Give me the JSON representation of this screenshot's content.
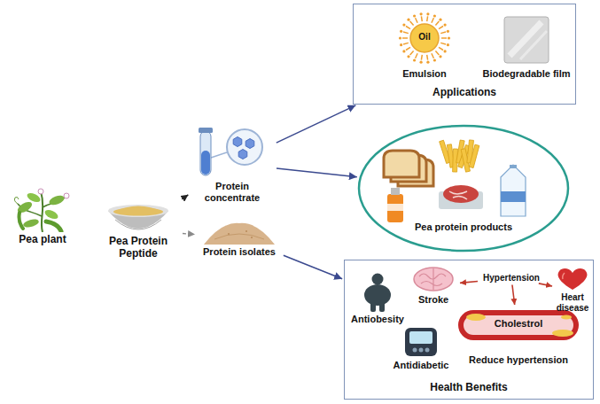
{
  "diagram": {
    "nodes": [
      {
        "text": [
          "Pea plant"
        ]
      },
      {
        "text": [
          "Pea Protein Peptide"
        ]
      },
      {
        "text": [
          "Protein concentrate"
        ]
      },
      {
        "text": [
          "Protein isolates"
        ]
      },
      {
        "text": [
          "Applications"
        ]
      },
      {
        "text": [
          "Oil",
          "Emulsion"
        ],
        "in": 4
      },
      {
        "text": [
          "Biodegradable film"
        ],
        "in": 4
      },
      {
        "text": [
          "Pea protein products"
        ]
      },
      {
        "text": [
          "Health Benefits"
        ]
      },
      {
        "text": [
          "Antiobesity"
        ],
        "in": 8
      },
      {
        "text": [
          "Stroke"
        ],
        "in": 8
      },
      {
        "text": [
          "Hypertension"
        ],
        "in": 8
      },
      {
        "text": [
          "Heart disease"
        ],
        "in": 8
      },
      {
        "text": [
          "Cholestrol",
          "Reduce hypertension"
        ],
        "in": 8
      },
      {
        "text": [
          "Antidiabetic"
        ],
        "in": 8
      }
    ],
    "edges": [
      {
        "from": 1,
        "to": 2,
        "arrow": "to"
      },
      {
        "from": 1,
        "to": 3,
        "arrow": "to"
      },
      {
        "from": 2,
        "to": 4,
        "arrow": "to"
      },
      {
        "from": 2,
        "to": 7,
        "arrow": "to"
      },
      {
        "from": 3,
        "to": 8,
        "arrow": "to"
      },
      {
        "from": 11,
        "to": 10,
        "arrow": "to"
      },
      {
        "from": 11,
        "to": 12,
        "arrow": "to"
      },
      {
        "from": 11,
        "to": 13,
        "arrow": "to"
      }
    ]
  }
}
